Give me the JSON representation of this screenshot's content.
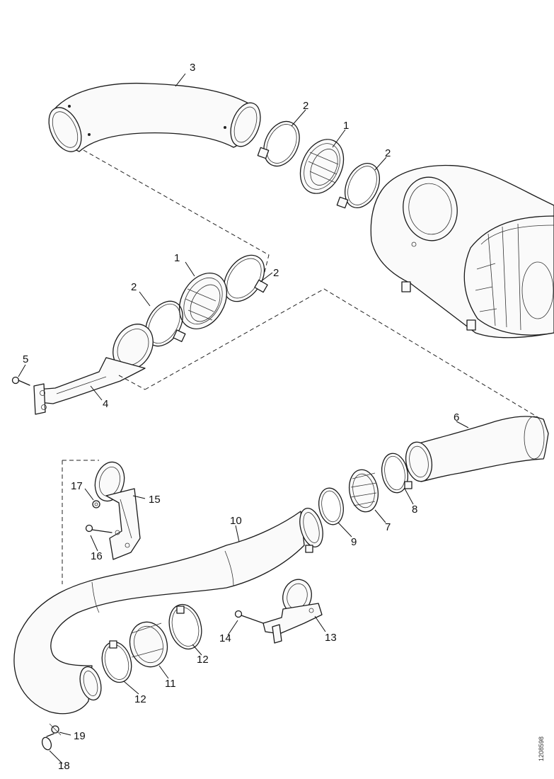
{
  "callouts": {
    "c1_top": "1",
    "c2_top_left": "2",
    "c2_top_right": "2",
    "c3": "3",
    "c1_mid": "1",
    "c2_mid_left": "2",
    "c2_mid_right": "2",
    "c4": "4",
    "c5": "5",
    "c6": "6",
    "c7": "7",
    "c8": "8",
    "c9": "9",
    "c10": "10",
    "c11": "11",
    "c12_right": "12",
    "c12_left": "12",
    "c13": "13",
    "c14": "14",
    "c15": "15",
    "c16": "16",
    "c17": "17",
    "c18": "18",
    "c19": "19"
  },
  "drawing_number": "1208598"
}
